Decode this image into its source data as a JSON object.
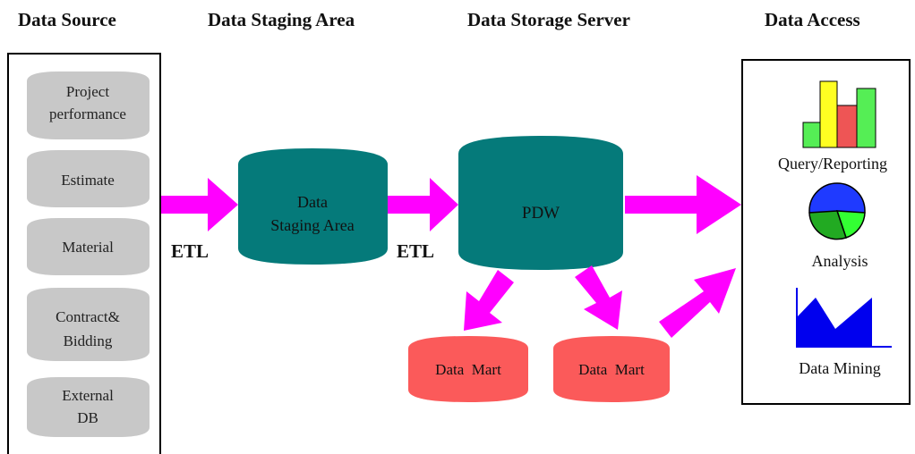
{
  "headers": {
    "source": "Data Source",
    "staging": "Data Staging Area",
    "storage": "Data Storage Server",
    "access": "Data Access"
  },
  "sources": [
    {
      "line1": "Project",
      "line2": "performance"
    },
    {
      "line1": "Estimate",
      "line2": ""
    },
    {
      "line1": "Material",
      "line2": ""
    },
    {
      "line1": "Contract&",
      "line2": "Bidding"
    },
    {
      "line1": "External",
      "line2": "DB"
    }
  ],
  "staging": {
    "line1": "Data",
    "line2": "Staging Area"
  },
  "etl_labels": [
    "ETL",
    "ETL"
  ],
  "pdw": "PDW",
  "data_marts": [
    "Data  Mart",
    "Data  Mart"
  ],
  "access_tools": [
    "Query/Reporting",
    "Analysis",
    "Data Mining"
  ],
  "colors": {
    "source_fill": "#c8c8c8",
    "storage_fill": "#057a7a",
    "mart_fill": "#fb5a5a",
    "arrow": "#ff00ff",
    "bar_green": "#55ee55",
    "bar_yellow": "#ffff22",
    "bar_red": "#ee5555",
    "pie_blue": "#1f3aff",
    "pie_green": "#22aa22",
    "pie_lime": "#33ff33",
    "mining_blue": "#0000ee"
  }
}
